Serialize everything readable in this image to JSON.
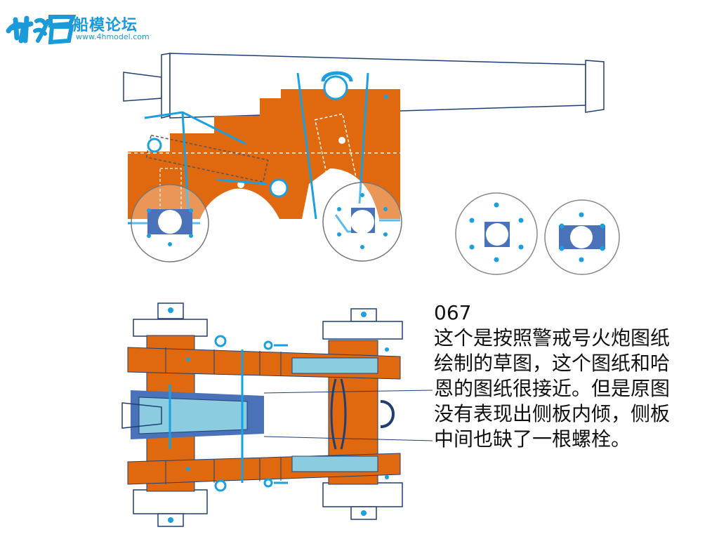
{
  "logo": {
    "glyphs": "世海",
    "title": "船模论坛",
    "url": "www.4hmodel.com",
    "icon": "forum-logo"
  },
  "caption": {
    "number": "067",
    "text": "这个是按照警戒号火炮图纸绘制的草图，这个图纸和哈恩的图纸很接近。但是原图没有表现出侧板内倾，侧板中间也缺了一根螺栓。"
  },
  "colors": {
    "carriage": "#e0690f",
    "outline": "#1f3f74",
    "accent": "#1aa0e0",
    "metal": "#4a72b8",
    "light": "#8ccce0"
  }
}
